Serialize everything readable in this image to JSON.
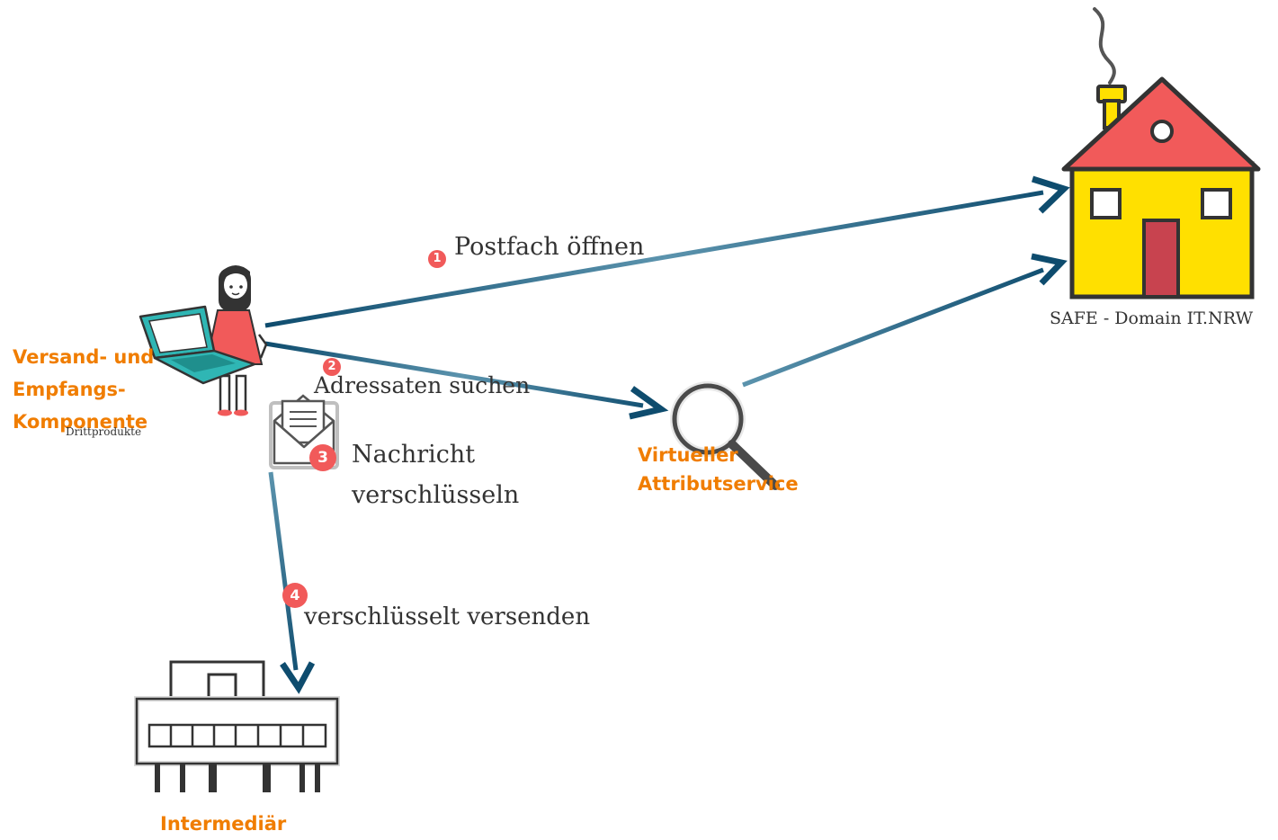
{
  "colors": {
    "arrow": "#0e4c6e",
    "arrow_light": "#5b93ad",
    "label_orange": "#f07d00",
    "badge": "#f15a5a",
    "house_wall": "#ffe000",
    "house_roof": "#f15a5a",
    "door": "#c8434f"
  },
  "nodes": {
    "versand": {
      "line1": "Versand- und",
      "line2": "Empfangs-",
      "line3": "Komponente",
      "sub": "Drittprodukte",
      "icon": "person-laptop-icon"
    },
    "safe": {
      "label": "SAFE - Domain IT.NRW",
      "icon": "house-icon"
    },
    "attribut": {
      "line1": "Virtueller",
      "line2": "Attributservice",
      "icon": "magnifier-icon"
    },
    "intermediaer": {
      "label": "Intermediär",
      "icon": "building-icon"
    }
  },
  "steps": [
    {
      "num": "1",
      "text": "Postfach öffnen"
    },
    {
      "num": "2",
      "text": "Adressaten suchen"
    },
    {
      "num": "3",
      "line1": "Nachricht",
      "line2": "verschlüsseln",
      "icon": "envelope-icon"
    },
    {
      "num": "4",
      "text": "verschlüsselt versenden"
    }
  ]
}
